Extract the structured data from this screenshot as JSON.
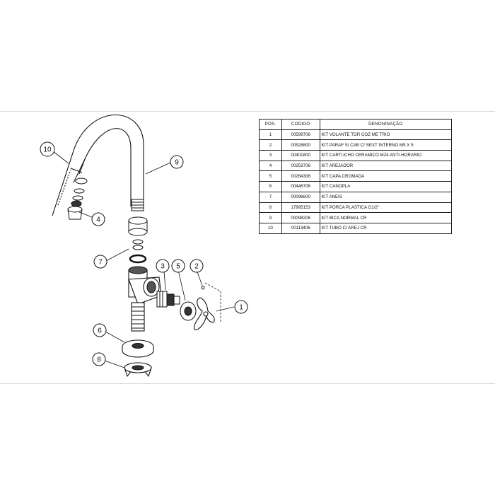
{
  "table": {
    "headers": [
      "POS.",
      "CODIGO",
      "DENONINAÇÃO"
    ],
    "rows": [
      {
        "pos": "1",
        "code": "00599706",
        "desc": "KIT VOLANTE TOR COZ ME TRIO"
      },
      {
        "pos": "2",
        "code": "00528800",
        "desc": "KIT PARAF S/ CAB C/ SEXT INTERNO M5 X 5"
      },
      {
        "pos": "3",
        "code": "00401800",
        "desc": "KIT CARTUCHO CERAMICO M24 ANTI-HORARIO"
      },
      {
        "pos": "4",
        "code": "00253706",
        "desc": "KIT AREJADOR"
      },
      {
        "pos": "5",
        "code": "00264306",
        "desc": "KIT CAPA CROMADA"
      },
      {
        "pos": "6",
        "code": "00446706",
        "desc": "KIT CANOPLA"
      },
      {
        "pos": "7",
        "code": "00096600",
        "desc": "KIT ANEIS"
      },
      {
        "pos": "8",
        "code": "17995153",
        "desc": "KIT PORCA PLASTICA G1/2\""
      },
      {
        "pos": "9",
        "code": "00098206",
        "desc": "KIT BICA NORMAL CR"
      },
      {
        "pos": "10",
        "code": "00113406",
        "desc": "KIT TUBO C/ AREJ CR"
      }
    ]
  },
  "callouts": [
    "1",
    "2",
    "3",
    "4",
    "5",
    "6",
    "7",
    "8",
    "9",
    "10"
  ]
}
